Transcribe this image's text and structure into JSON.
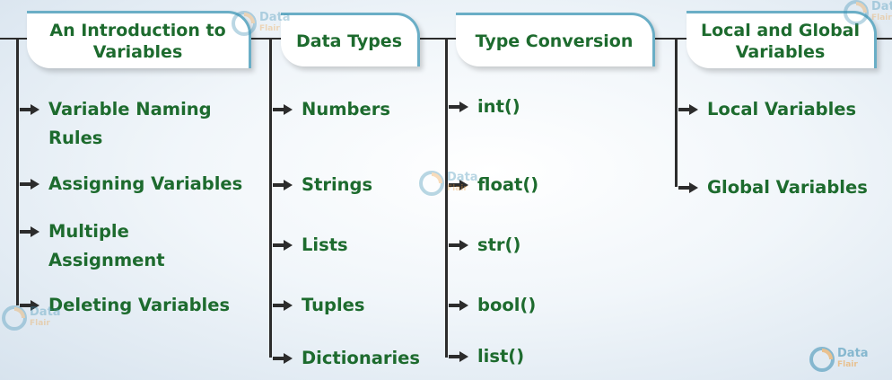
{
  "columns": [
    {
      "header": "An Introduction to Variables",
      "items": [
        "Variable Naming Rules",
        "Assigning Variables",
        "Multiple Assignment",
        "Deleting Variables"
      ]
    },
    {
      "header": "Data Types",
      "items": [
        "Numbers",
        "Strings",
        "Lists",
        "Tuples",
        "Dictionaries"
      ]
    },
    {
      "header": "Type Conversion",
      "items": [
        "int()",
        "float()",
        "str()",
        "bool()",
        "list()"
      ]
    },
    {
      "header": "Local and Global Variables",
      "items": [
        "Local Variables",
        "Global Variables"
      ]
    }
  ],
  "watermark": {
    "line1": "Data",
    "line2": "Flair"
  },
  "colors": {
    "text": "#1d6b2e",
    "header_border": "#6aaec6",
    "line": "#2c2c2c",
    "watermark": "#3b8fb3"
  }
}
